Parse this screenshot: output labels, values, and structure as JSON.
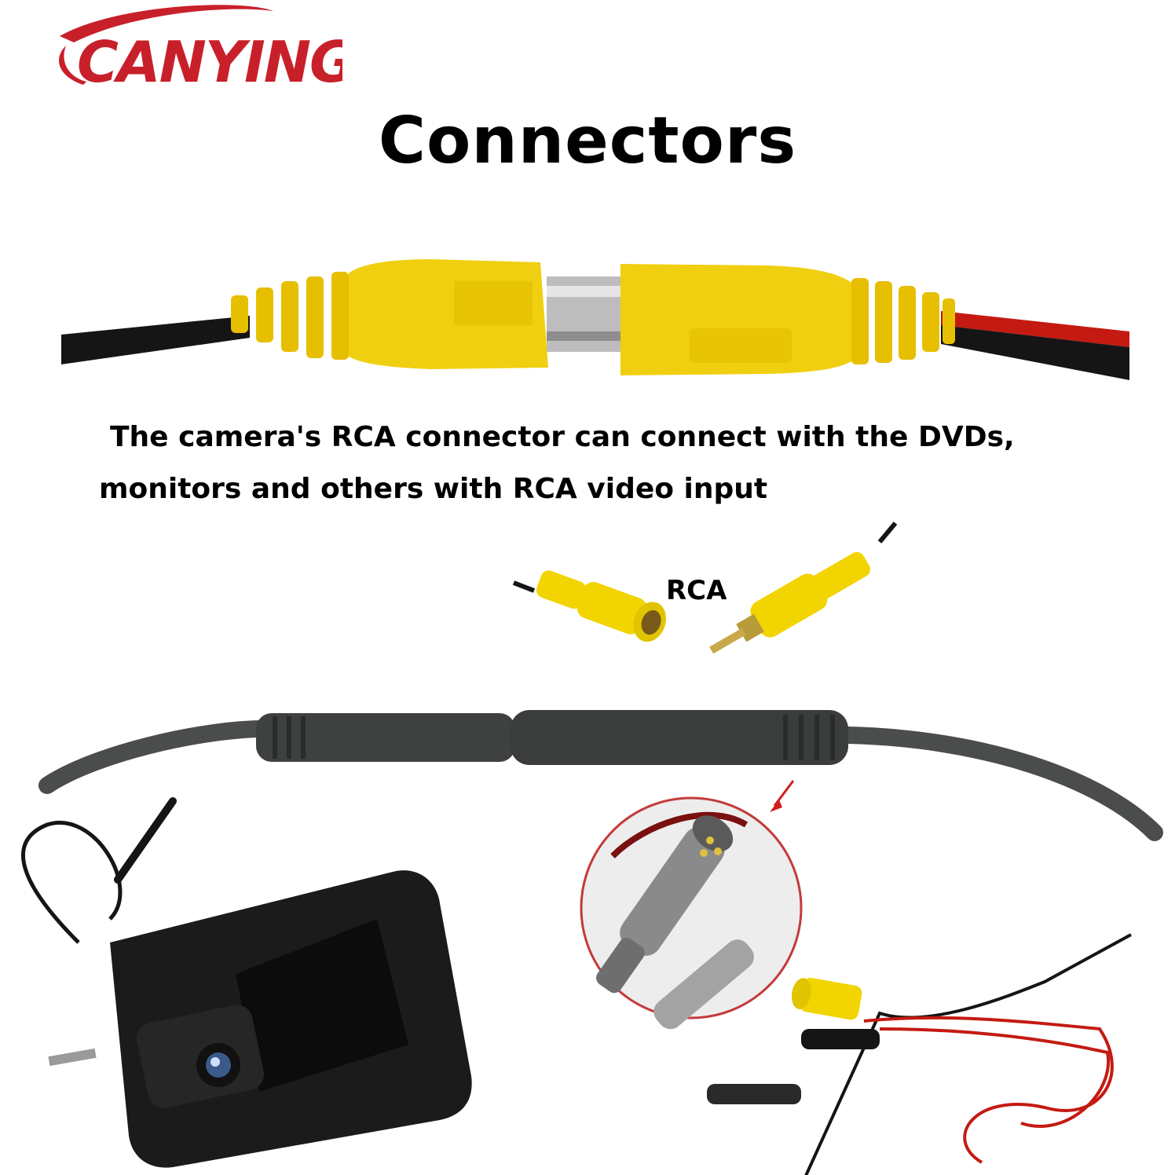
{
  "brand": {
    "name": "canying",
    "color": "#c8202a"
  },
  "title": "Connectors",
  "description": {
    "line1": "The camera's RCA connector can connect with the DVDs,",
    "line2": "monitors and others with RCA video input"
  },
  "rca_label": "RCA",
  "colors": {
    "connector_yellow": "#f2d400",
    "cable_black": "#151515",
    "cable_red": "#c41a12",
    "metal": "#b8b8b8",
    "camera_body": "#1b1b1b",
    "gray_cable": "#4a4d4c"
  }
}
